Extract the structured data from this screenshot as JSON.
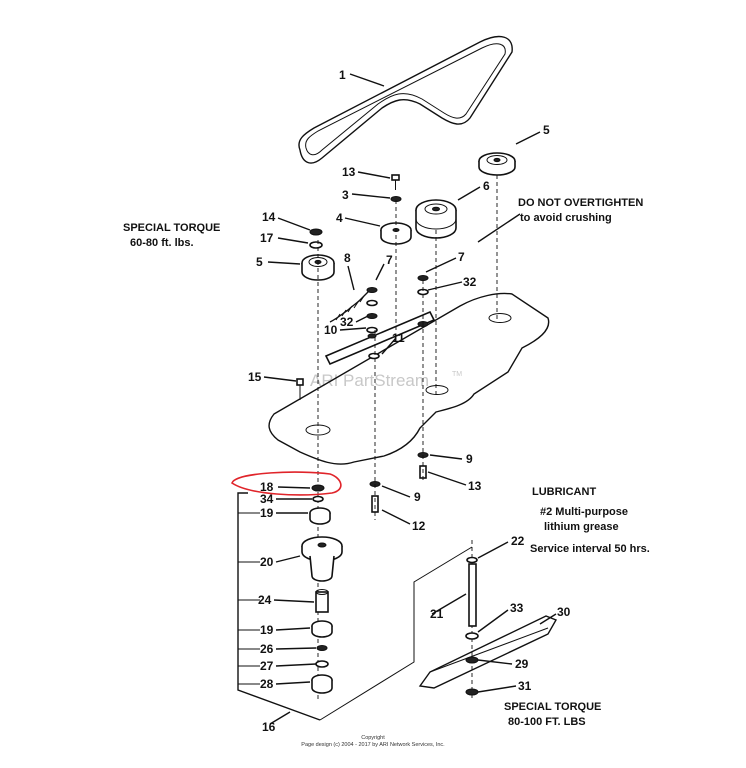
{
  "diagram": {
    "part_numbers": {
      "p1": "1",
      "p5a": "5",
      "p13a": "13",
      "p3": "3",
      "p6": "6",
      "p4": "4",
      "p14": "14",
      "p17": "17",
      "p5b": "5",
      "p8": "8",
      "p7a": "7",
      "p7b": "7",
      "p32a": "32",
      "p32b": "32",
      "p10": "10",
      "p11": "11",
      "p15": "15",
      "p9a": "9",
      "p13b": "13",
      "p18": "18",
      "p34": "34",
      "p19a": "19",
      "p9b": "9",
      "p12": "12",
      "p20": "20",
      "p22": "22",
      "p24": "24",
      "p21": "21",
      "p33": "33",
      "p30": "30",
      "p19b": "19",
      "p26": "26",
      "p27": "27",
      "p29": "29",
      "p28": "28",
      "p31": "31",
      "p16": "16"
    },
    "notes": {
      "do_not_overtighten": "DO NOT OVERTIGHTEN",
      "avoid_crushing": "to avoid crushing",
      "special_torque_1": "SPECIAL TORQUE",
      "torque_value_1": "60-80 ft. lbs.",
      "lubricant": "LUBRICANT",
      "grease_1": "#2 Multi-purpose",
      "grease_2": "lithium grease",
      "service_interval": "Service interval 50 hrs.",
      "special_torque_2": "SPECIAL TORQUE",
      "torque_value_2": "80-100 FT. LBS"
    },
    "watermark": "ARI PartStream",
    "watermark_tm": "TM",
    "highlight_color": "#e0242a"
  },
  "footer": {
    "copyright": "Copyright",
    "page_design": "Page design (c) 2004 - 2017 by ARI Network Services, Inc."
  }
}
